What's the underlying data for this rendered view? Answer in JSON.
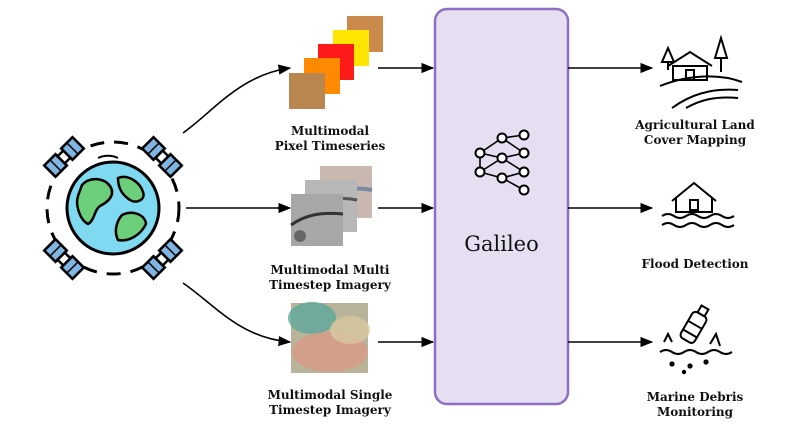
{
  "model": {
    "name": "Galileo"
  },
  "inputs": [
    {
      "line1": "Multimodal",
      "line2": "Pixel Timeseries"
    },
    {
      "line1": "Multimodal Multi",
      "line2": "Timestep Imagery"
    },
    {
      "line1": "Multimodal Single",
      "line2": "Timestep Imagery"
    }
  ],
  "outputs": [
    {
      "line1": "Agricultural Land",
      "line2": "Cover Mapping"
    },
    {
      "line1": "Flood Detection",
      "line2": ""
    },
    {
      "line1": "Marine Debris",
      "line2": "Monitoring"
    }
  ],
  "colors": {
    "galileo_fill": "#e6dff2",
    "galileo_border": "#8c6fc2",
    "earth_ocean": "#7fd9f0",
    "earth_land": "#6ccf7a",
    "satellite_panel": "#7fb5e0",
    "pixel_colors": [
      "#c98a4b",
      "#ff8a00",
      "#ff1a1a",
      "#ffe600",
      "#b8864e"
    ]
  },
  "icons": {
    "source": "earth-satellites-icon",
    "model": "neural-network-icon",
    "outputs": [
      "farm-icon",
      "flooded-house-icon",
      "floating-bottle-icon"
    ]
  }
}
